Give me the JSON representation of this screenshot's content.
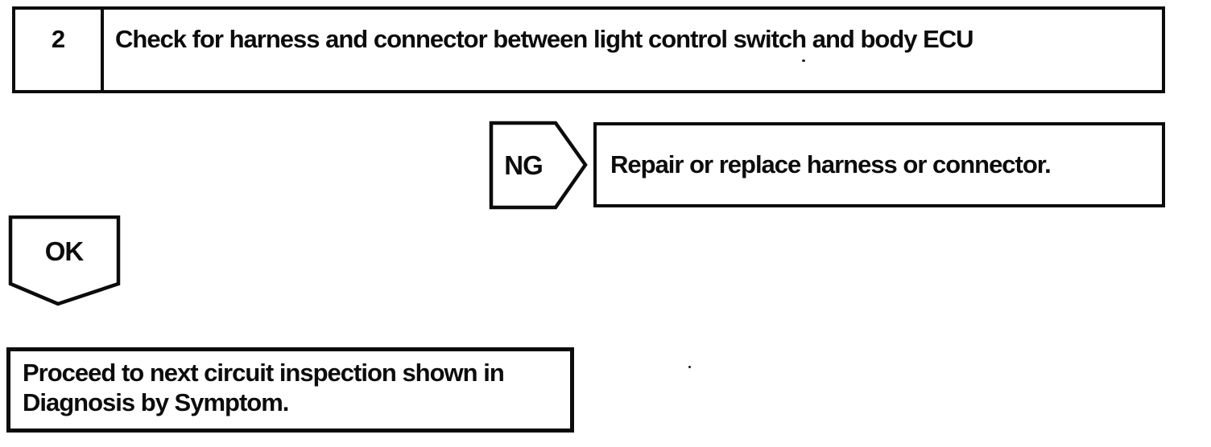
{
  "page": {
    "background_color": "#ffffff",
    "ink_color": "#0c0c0c"
  },
  "flowchart": {
    "step": {
      "number": "2",
      "title": "Check for harness and connector between light control switch and body ECU"
    },
    "ng_branch": {
      "label": "NG",
      "action": "Repair or replace harness or connector."
    },
    "ok_branch": {
      "label": "OK",
      "action_lines": {
        "0": "Proceed to next circuit inspection shown in",
        "1": "Diagnosis by Symptom."
      }
    }
  }
}
